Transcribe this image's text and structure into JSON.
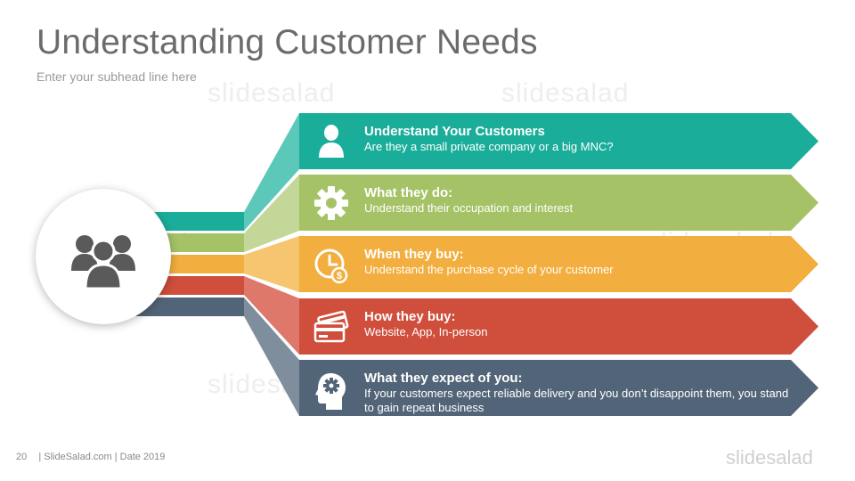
{
  "slide": {
    "title": "Understanding Customer Needs",
    "subhead": "Enter your subhead line here"
  },
  "watermarks": [
    "slidesalad",
    "slidesalad",
    "slidesalad",
    "slidesalad",
    "slidesalad",
    "slidesalad"
  ],
  "hub": {
    "icon": "user-group-icon"
  },
  "items": [
    {
      "heading": "Understand Your Customers",
      "description": "Are they a small private company or a big MNC?",
      "color": "#1aae9a",
      "icon": "user-icon"
    },
    {
      "heading": "What they do:",
      "description": "Understand their occupation and interest",
      "color": "#a5c266",
      "icon": "gear-icon"
    },
    {
      "heading": "When they buy:",
      "description": "Understand the purchase cycle of your customer",
      "color": "#f2ae3e",
      "icon": "clock-dollar-icon"
    },
    {
      "heading": "How they buy:",
      "description": "Website, App, In-person",
      "color": "#cf4e3c",
      "icon": "credit-cards-icon"
    },
    {
      "heading": "What they expect of you:",
      "description": "If your customers expect reliable delivery and you don’t disappoint them, you stand to gain repeat business",
      "color": "#526578",
      "icon": "head-gear-icon"
    }
  ],
  "footer": {
    "page_number": "20",
    "text": "| SlideSalad.com | Date 2019",
    "brand": "slidesalad"
  }
}
